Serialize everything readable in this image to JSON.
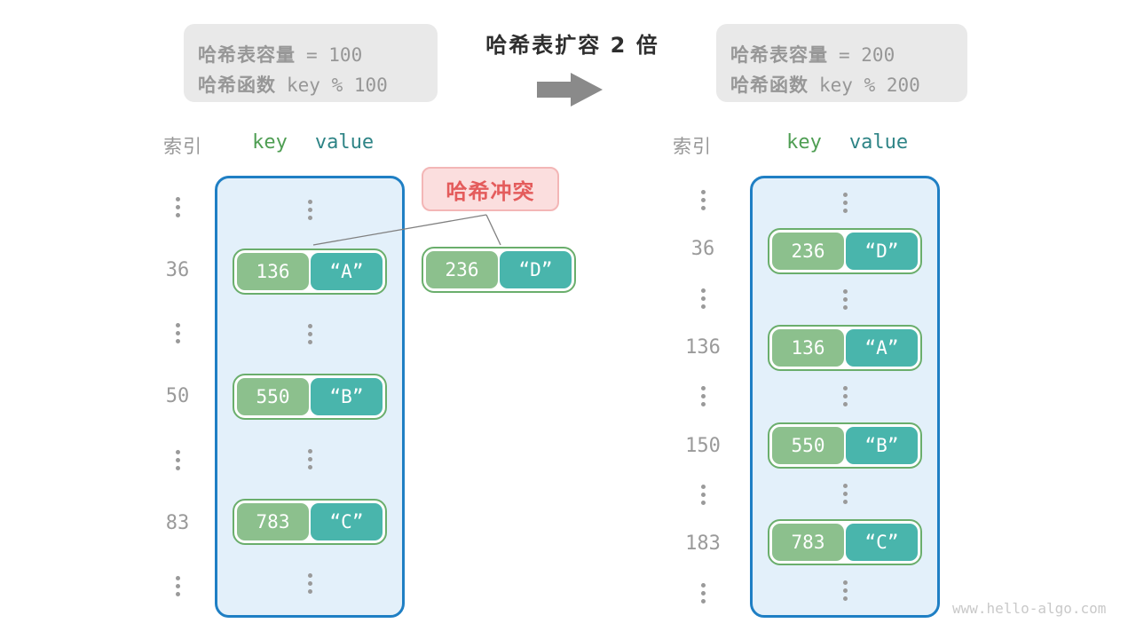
{
  "header": {
    "before": {
      "capacity_label": "哈希表容量",
      "capacity_value": "=  100",
      "hash_label": "哈希函数",
      "hash_value": "key % 100"
    },
    "transition": {
      "title": "哈希表扩容 2 倍",
      "arrow_icon": "right-block-arrow"
    },
    "after": {
      "capacity_label": "哈希表容量",
      "capacity_value": "=  200",
      "hash_label": "哈希函数",
      "hash_value": "key % 200"
    }
  },
  "columns": {
    "index_label": "索引",
    "key_label": "key",
    "value_label": "value"
  },
  "collision": {
    "label": "哈希冲突",
    "pair": {
      "key": "236",
      "value": "“D”"
    }
  },
  "before_table": {
    "rows": [
      {
        "index": "36",
        "key": "136",
        "value": "“A”"
      },
      {
        "index": "50",
        "key": "550",
        "value": "“B”"
      },
      {
        "index": "83",
        "key": "783",
        "value": "“C”"
      }
    ]
  },
  "after_table": {
    "rows": [
      {
        "index": "36",
        "key": "236",
        "value": "“D”"
      },
      {
        "index": "136",
        "key": "136",
        "value": "“A”"
      },
      {
        "index": "150",
        "key": "550",
        "value": "“B”"
      },
      {
        "index": "183",
        "key": "783",
        "value": "“C”"
      }
    ]
  },
  "watermark": "www.hello-algo.com",
  "colors": {
    "container_border": "#1f7fc4",
    "container_fill": "#e3f0fa",
    "pair_border": "#6aae6c",
    "key_fill": "#8cc08d",
    "value_fill": "#49b5ac",
    "key_header_text": "#4f9e53",
    "value_header_text": "#2e8486",
    "collision_text": "#e45c5c",
    "collision_fill": "#fbdede",
    "info_box_fill": "#e9e9e9",
    "gray_text": "#979797",
    "title_text": "#2e2e2e",
    "arrow": "#8a8a8a",
    "watermark_text": "#c9c9c9"
  }
}
